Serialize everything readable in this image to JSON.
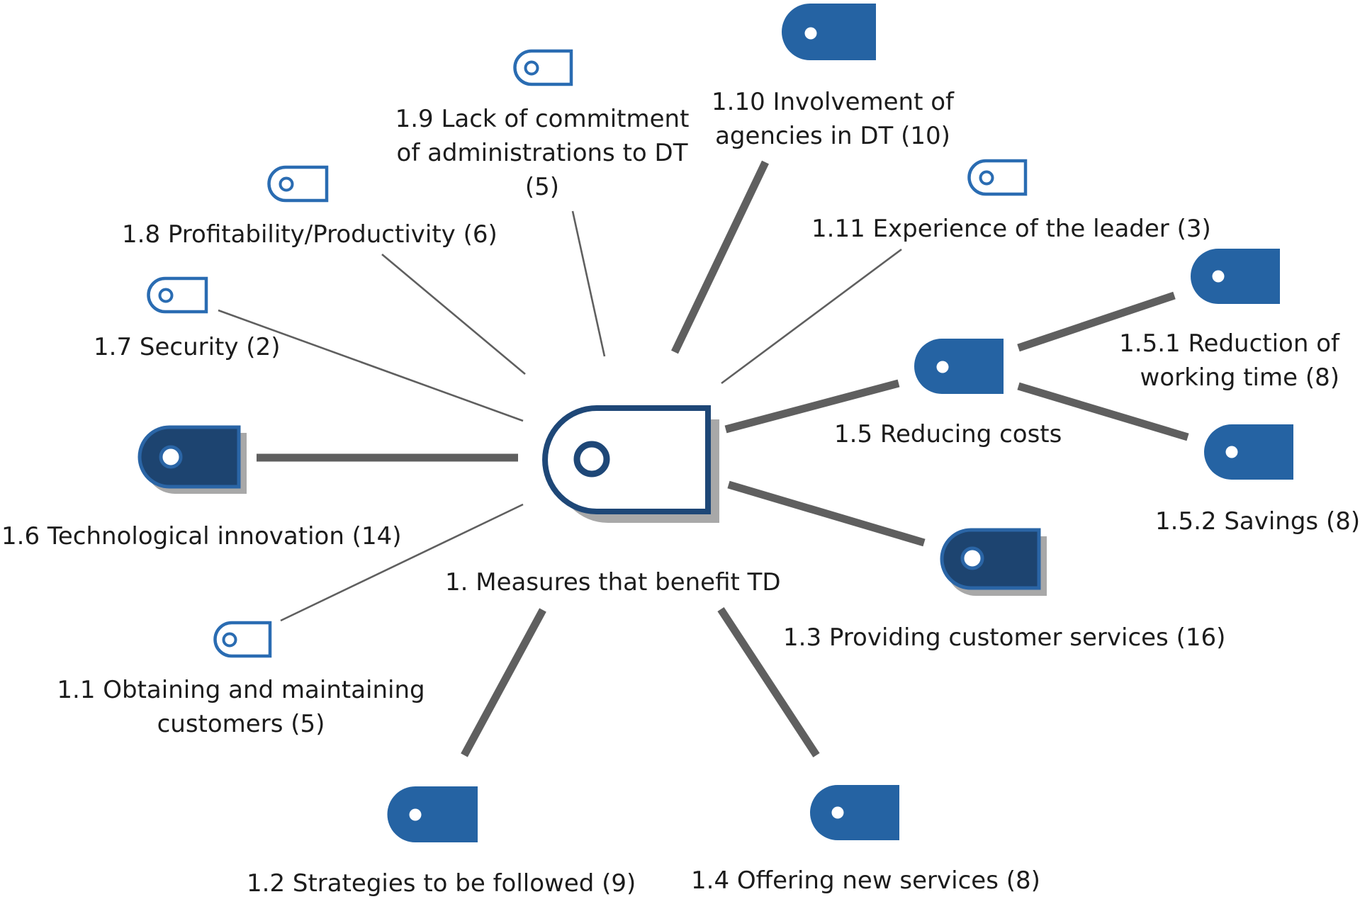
{
  "colors": {
    "solid_node": "#2563a3",
    "dark_node_fill": "#1d4470",
    "dark_node_ring": "#2a65a6",
    "outline_node": "#2a6cb2",
    "center_outline": "#1e4777",
    "shadow": "#a8a8a8",
    "edge": "#5f5f5f",
    "text": "#1c1c1c"
  },
  "nodes": {
    "center": {
      "label": "1. Measures that benefit TD",
      "style": "center-outline-icon"
    },
    "n1_1": {
      "label": [
        "1.1 Obtaining and maintaining",
        "customers (5)"
      ],
      "style": "outline-icon"
    },
    "n1_2": {
      "label": "1.2 Strategies to be followed (9)",
      "style": "solid-icon"
    },
    "n1_3": {
      "label": "1.3 Providing customer services (16)",
      "style": "dark-shadow-icon"
    },
    "n1_4": {
      "label": "1.4 Offering new services (8)",
      "style": "solid-icon"
    },
    "n1_5": {
      "label": "1.5 Reducing costs",
      "style": "solid-icon"
    },
    "n1_5_1": {
      "label": [
        "1.5.1 Reduction of",
        "working time (8)"
      ],
      "style": "solid-icon"
    },
    "n1_5_2": {
      "label": "1.5.2 Savings (8)",
      "style": "solid-icon"
    },
    "n1_6": {
      "label": "1.6 Technological innovation (14)",
      "style": "dark-shadow-icon"
    },
    "n1_7": {
      "label": "1.7 Security (2)",
      "style": "outline-icon"
    },
    "n1_8": {
      "label": "1.8 Profitability/Productivity (6)",
      "style": "outline-icon"
    },
    "n1_9": {
      "label": [
        "1.9 Lack of commitment",
        "of administrations to DT",
        "(5)"
      ],
      "style": "outline-icon"
    },
    "n1_10": {
      "label": [
        "1.10 Involvement of",
        "agencies in DT (10)"
      ],
      "style": "solid-icon"
    },
    "n1_11": {
      "label": "1.11 Experience of the leader (3)",
      "style": "outline-icon"
    }
  },
  "edges": [
    {
      "from": "center",
      "to": "n1_1",
      "weight": "thin"
    },
    {
      "from": "center",
      "to": "n1_2",
      "weight": "thick"
    },
    {
      "from": "center",
      "to": "n1_3",
      "weight": "thick"
    },
    {
      "from": "center",
      "to": "n1_4",
      "weight": "thick"
    },
    {
      "from": "center",
      "to": "n1_5",
      "weight": "thick"
    },
    {
      "from": "center",
      "to": "n1_6",
      "weight": "thick"
    },
    {
      "from": "center",
      "to": "n1_7",
      "weight": "thin"
    },
    {
      "from": "center",
      "to": "n1_8",
      "weight": "thin"
    },
    {
      "from": "center",
      "to": "n1_9",
      "weight": "thin"
    },
    {
      "from": "center",
      "to": "n1_10",
      "weight": "thick"
    },
    {
      "from": "center",
      "to": "n1_11",
      "weight": "thin"
    },
    {
      "from": "n1_5",
      "to": "n1_5_1",
      "weight": "thick"
    },
    {
      "from": "n1_5",
      "to": "n1_5_2",
      "weight": "thick"
    }
  ]
}
